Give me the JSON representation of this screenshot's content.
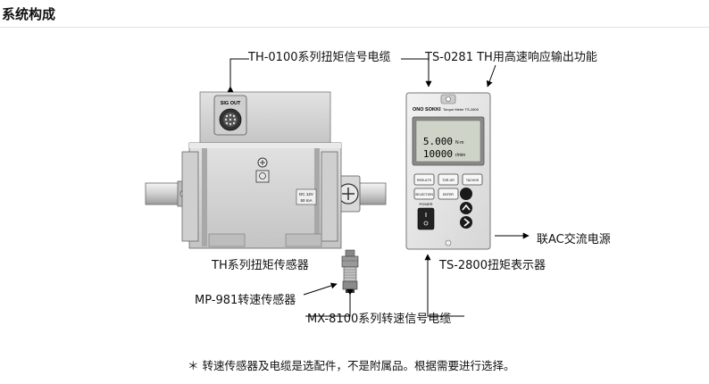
{
  "heading": "系统构成",
  "labels": {
    "th0100_cable": "TH-0100系列扭矩信号电缆",
    "ts0281": "TS-0281 TH用高速响应输出功能",
    "th_sensor": "TH系列扭矩传感器",
    "ts2800_display": "TS-2800扭矩表示器",
    "mp981_sensor": "MP-981转速传感器",
    "mx8100_cable": "MX-8100系列转速信号电缆",
    "power": "联AC交流电源"
  },
  "footnote": "＊ 转速传感器及电缆是选配件，不是附属品。根据需要进行选择。",
  "sensor_panel": {
    "connector_label": "SIG OUT",
    "plate_line1": "DC 12V",
    "plate_line2": "50 mA"
  },
  "display_panel": {
    "brand": "ONO SOKKI",
    "model_text": "Torque Meter TS-2800",
    "lcd_row1_value": "5.000",
    "lcd_row1_unit": "N·m",
    "lcd_row2_value": "10000",
    "lcd_row2_unit": "r/min",
    "key_labels": [
      "RESULTS",
      "TOR-GR",
      "TACHOS",
      "SELECTION",
      "ENTER"
    ],
    "power_label": "POWER"
  },
  "colors": {
    "line": "#000000",
    "device_gray": "#d2d2d2",
    "device_dark": "#9a9a9a",
    "lcd": "#cfd4c8"
  }
}
